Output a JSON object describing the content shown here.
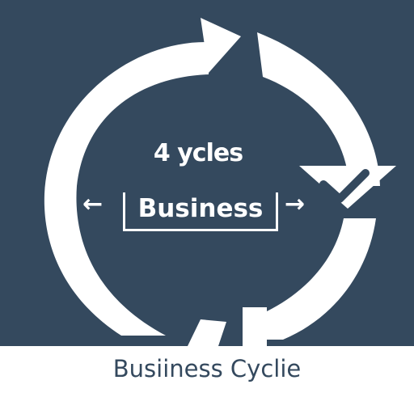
{
  "diagram": {
    "count_label": "4 ycles",
    "center_label": "Business",
    "left_arrow": "←",
    "right_arrow": "→",
    "footer_title": "Busiiness Cyclie"
  },
  "colors": {
    "background": "#34495e",
    "ring": "#ffffff",
    "footer_background": "#ffffff",
    "footer_text": "#34495e"
  },
  "icons": [
    "cycle-arrow-icon",
    "checkmark-icon",
    "left-arrow-icon",
    "right-arrow-icon"
  ]
}
